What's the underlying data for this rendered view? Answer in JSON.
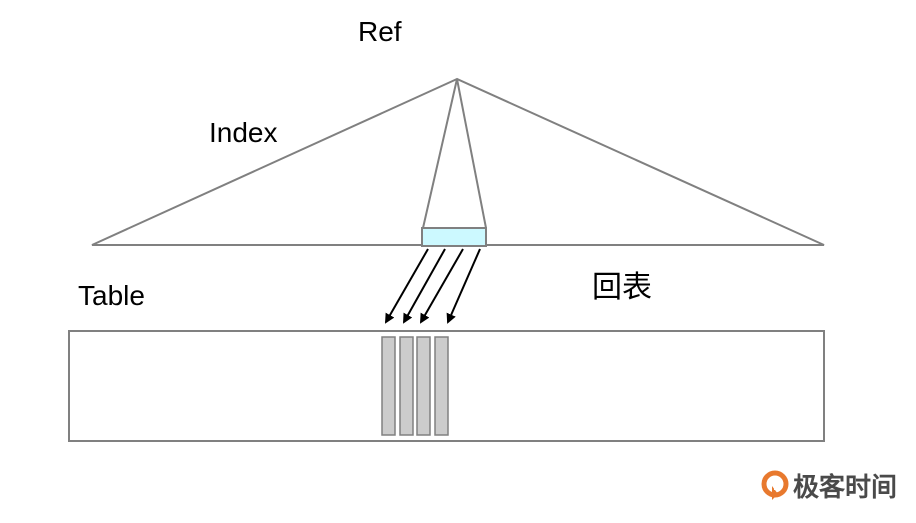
{
  "diagram": {
    "labels": {
      "ref": "Ref",
      "index": "Index",
      "table": "Table",
      "lookup_back": "回表"
    },
    "index_segment_count": 1,
    "arrow_count": 4,
    "table_row_count": 4,
    "colors": {
      "outline": "#808080",
      "index_highlight_fill": "#ccf9ff",
      "row_fill": "#cccccc",
      "arrow": "#000000",
      "brand_orange": "#e8792e"
    }
  },
  "watermark": {
    "brand_text": "极客时间",
    "icon": "geektime-logo-icon"
  }
}
